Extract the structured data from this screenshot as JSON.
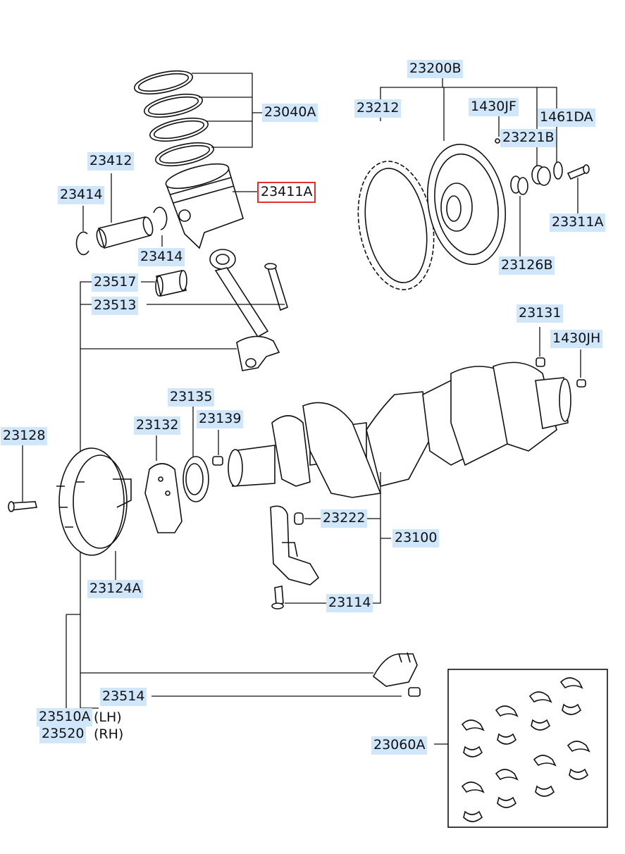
{
  "highlight_color": "#e03030",
  "label_bg": "#cfe6fb",
  "labels": {
    "p23040A": "23040A",
    "p23412": "23412",
    "p23414_left": "23414",
    "p23411A": "23411A",
    "p23414_right": "23414",
    "p23517": "23517",
    "p23513": "23513",
    "p23200B": "23200B",
    "p23212": "23212",
    "p1430JF": "1430JF",
    "p1461DA": "1461DA",
    "p23221B": "23221B",
    "p23311A": "23311A",
    "p23126B": "23126B",
    "p23131": "23131",
    "p1430JH": "1430JH",
    "p23135": "23135",
    "p23132": "23132",
    "p23139": "23139",
    "p23128": "23128",
    "p23222": "23222",
    "p23100": "23100",
    "p23124A": "23124A",
    "p23114": "23114",
    "p23514": "23514",
    "p23510A": "23510A",
    "p23510A_suffix": "(LH)",
    "p23520": "23520",
    "p23520_suffix": "(RH)",
    "p23060A": "23060A"
  }
}
